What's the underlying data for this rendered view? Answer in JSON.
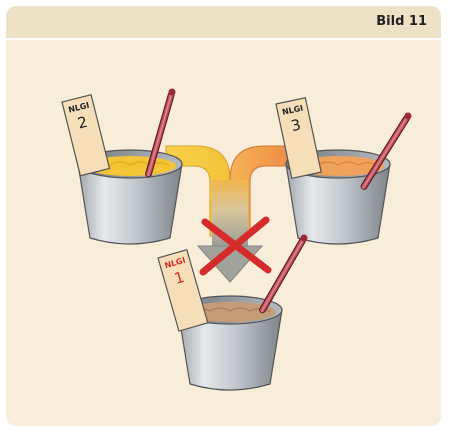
{
  "figure": {
    "label": "Bild 11"
  },
  "cups": [
    {
      "id": "2",
      "tag": "NLGI",
      "number": "2",
      "fill_color": "#f3c436"
    },
    {
      "id": "3",
      "tag": "NLGI",
      "number": "3",
      "fill_color": "#f0a15c"
    },
    {
      "id": "1",
      "tag": "NLGI",
      "number": "1",
      "fill_color": "#c49c78"
    }
  ],
  "colors": {
    "background": "#f7edd9",
    "header": "#ede1c6",
    "cross": "#d62b2b",
    "arrow_left": "#f5c93a",
    "arrow_right": "#f0924a",
    "arrow_down": "#a8a8a0",
    "number_1": "#d62b2b"
  }
}
